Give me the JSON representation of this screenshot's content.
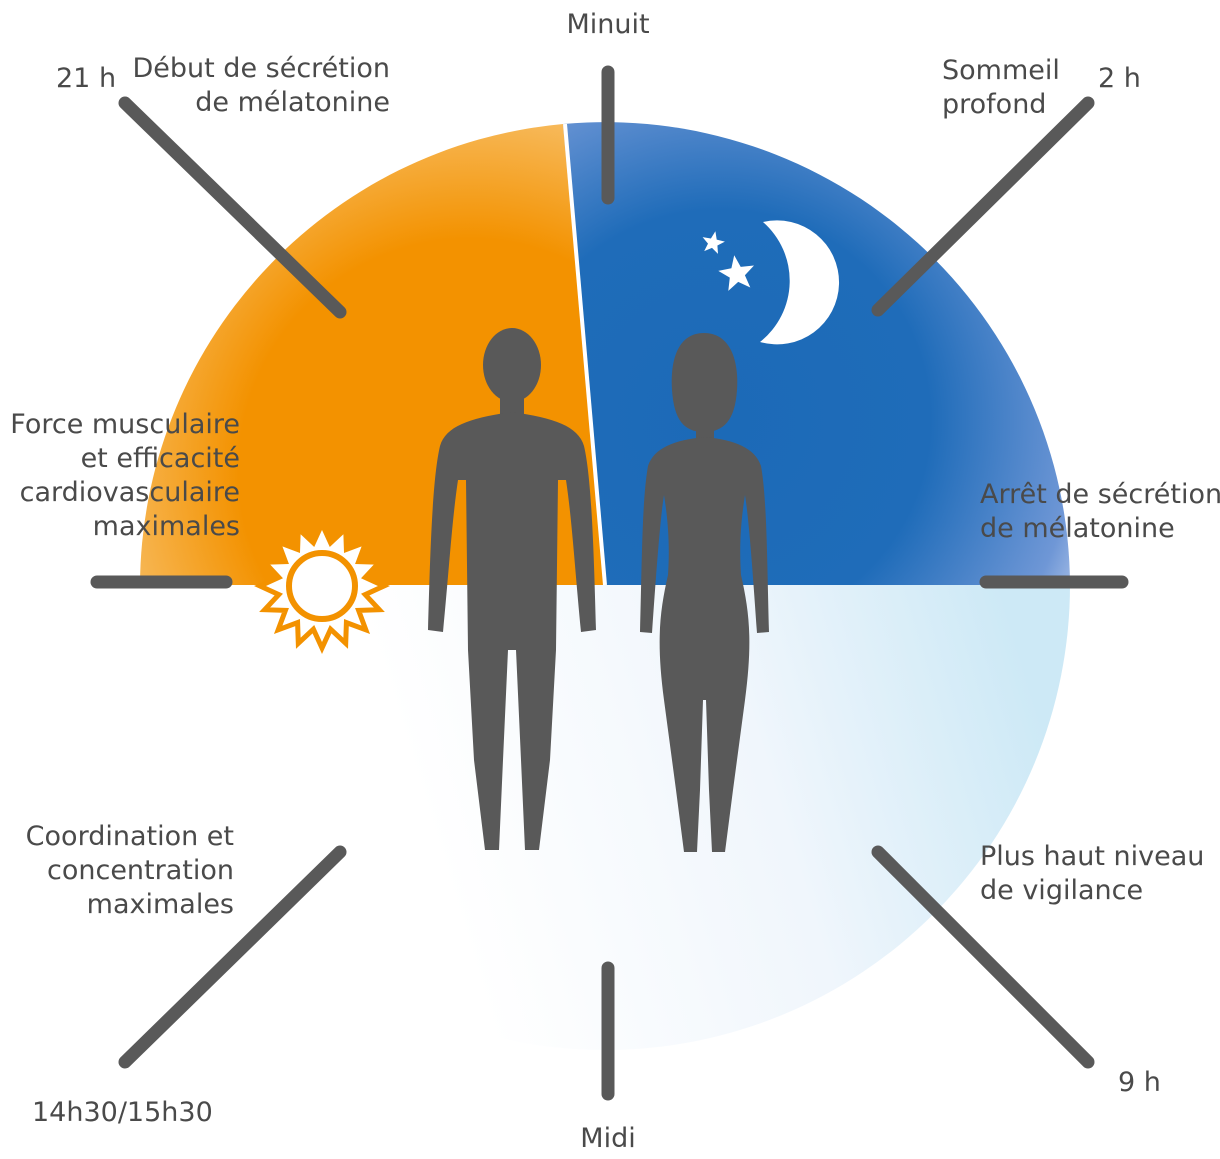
{
  "labels": {
    "minuit": "Minuit",
    "midi": "Midi",
    "h21": "21 h",
    "h2": "2 h",
    "h9": "9 h",
    "h14": "14h30/15h30",
    "melatonin_start": [
      "Début de sécrétion",
      "de mélatonine"
    ],
    "deep_sleep": [
      "Sommeil",
      "profond"
    ],
    "melatonin_stop": [
      "Arrêt de sécrétion",
      "de mélatonine"
    ],
    "vigilance": [
      "Plus haut niveau",
      "de vigilance"
    ],
    "coordination": [
      "Coordination et",
      "concentration",
      "maximales"
    ],
    "force": [
      "Force musculaire",
      "et efficacité",
      "cardiovasculaire",
      "maximales"
    ]
  },
  "icons": {
    "sun": "sun-icon",
    "moon": "moon-icon",
    "stars": "star-icon",
    "man": "man-silhouette",
    "woman": "woman-silhouette"
  },
  "colors": {
    "evening_orange": "#f39200",
    "night_blue": "#1e6bb8",
    "day_light_blue": "#cfe9f7",
    "tick_gray": "#595959",
    "silhouette_gray": "#595959",
    "text_gray": "#4a4a4a"
  }
}
